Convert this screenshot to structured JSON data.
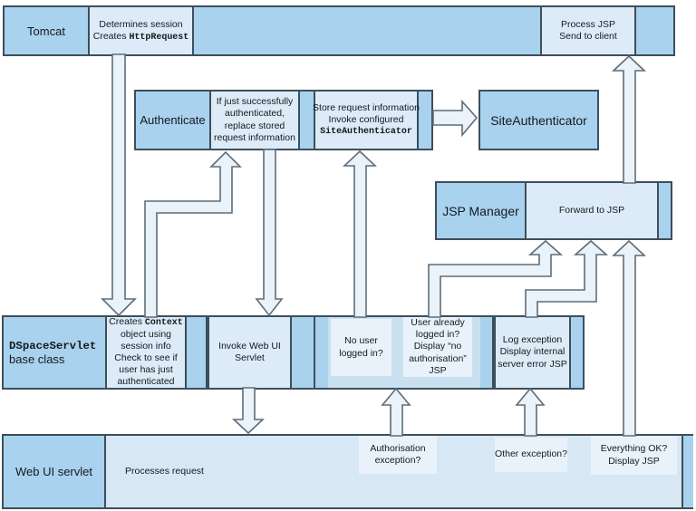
{
  "tomcat": {
    "label": "Tomcat",
    "session_box": {
      "line1": "Determines session",
      "line2_text": "Creates ",
      "line2_code": "HttpRequest"
    },
    "process_box": {
      "line1": "Process JSP",
      "line2": "Send to client"
    }
  },
  "authenticate": {
    "label": "Authenticate",
    "replace_box": "If just successfully authenticated, replace stored request information",
    "store_box": {
      "line1": "Store request information",
      "line2": "Invoke configured",
      "line3_code": "SiteAuthenticator"
    }
  },
  "site_authenticator": {
    "label": "SiteAuthenticator"
  },
  "jsp_manager": {
    "label": "JSP Manager",
    "forward_box": "Forward to JSP"
  },
  "dspace_servlet": {
    "label_code": "DSpaceServlet",
    "label_text": "base class",
    "context_box": {
      "part1_text": "Creates ",
      "part1_code": "Context",
      "part2": "object using session info",
      "part3": "Check to see if user has just authenticated"
    },
    "invoke_box": "Invoke Web UI Servlet",
    "no_user_box": "No user logged in?",
    "already_box": "User already logged in? Display “no authorisation” JSP",
    "log_box": "Log exception Display internal server error JSP"
  },
  "web_ui_servlet": {
    "label": "Web UI servlet",
    "processes": "Processes request",
    "auth_exception": "Authorisation exception?",
    "other_exception": "Other exception?",
    "everything_ok_line1": "Everything OK?",
    "everything_ok_line2": "Display JSP"
  },
  "colors": {
    "lane_fill": "#a9d2ee",
    "content_fill": "#dcebf7",
    "container_fill": "#c9e0f0",
    "panel_fill": "#e9f2fa",
    "border": "#3e4e5b",
    "arrow_fill": "#eaf2fa",
    "arrow_stroke": "#5f6d78"
  }
}
